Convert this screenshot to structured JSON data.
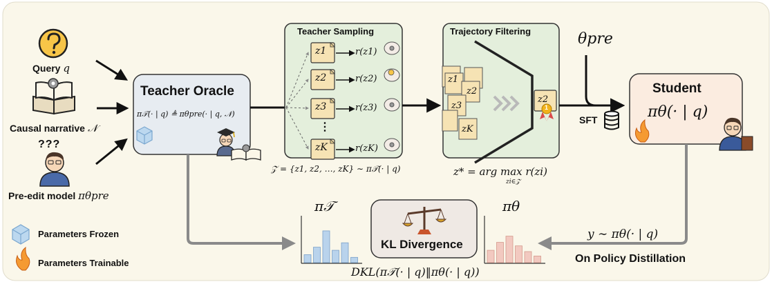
{
  "inputs": {
    "query_label": "Query",
    "query_var": "q",
    "narrative_label": "Causal narrative",
    "narrative_var": "𝒩",
    "preedit_label": "Pre-edit model",
    "preedit_var": "πθpre",
    "question_marks": "???"
  },
  "teacher_oracle": {
    "title": "Teacher Oracle",
    "formula": "π𝒯(· | q) ≜ πθpre(· | q, 𝒩)"
  },
  "teacher_sampling": {
    "title": "Teacher Sampling",
    "samples": [
      "z1",
      "z2",
      "z3",
      "zK"
    ],
    "rewards": [
      "r(z1)",
      "r(z2)",
      "r(z3)",
      "r(zK)"
    ],
    "ellipsis": "⋮",
    "set_formula": "𝒵 = {z1, z2, …, zK} ∼ π𝒯(· | q)"
  },
  "trajectory_filtering": {
    "title": "Trajectory Filtering",
    "stack": [
      "z1",
      "z2",
      "z3",
      "zK"
    ],
    "selected": "z2",
    "selected_rank": "1",
    "formula": "z* = arg max r(zi)",
    "formula_sub": "zi∈𝒵"
  },
  "pretrained": {
    "label": "θpre"
  },
  "sft": {
    "label": "SFT"
  },
  "student": {
    "title": "Student",
    "formula": "πθ(· | q)"
  },
  "distillation": {
    "teacher_dist_label": "π𝒯",
    "student_dist_label": "πθ",
    "kl_title": "KL Divergence",
    "kl_formula": "DKL(π𝒯(· | q)‖πθ(· | q))",
    "sample_formula": "y ∼ πθ(· | q)",
    "title": "On Policy Distillation"
  },
  "legend": {
    "frozen": "Parameters Frozen",
    "trainable": "Parameters Trainable"
  },
  "chart_data": [
    {
      "type": "bar",
      "series": [
        {
          "name": "π𝒯",
          "values": [
            0.18,
            0.35,
            0.72,
            0.28,
            0.45,
            0.12
          ]
        }
      ],
      "color": "#b9d3ec"
    },
    {
      "type": "bar",
      "series": [
        {
          "name": "πθ",
          "values": [
            0.28,
            0.46,
            0.6,
            0.38,
            0.25,
            0.15
          ]
        }
      ],
      "color": "#f2c9c0"
    }
  ],
  "colors": {
    "background": "#faf7ea",
    "teacher_fill": "#e7ecf1",
    "sampling_fill": "#e4efdc",
    "student_fill": "#fbece0",
    "kl_fill": "#efe9e4",
    "arrow": "#111111",
    "gray_arrow": "#8a8a8a"
  }
}
